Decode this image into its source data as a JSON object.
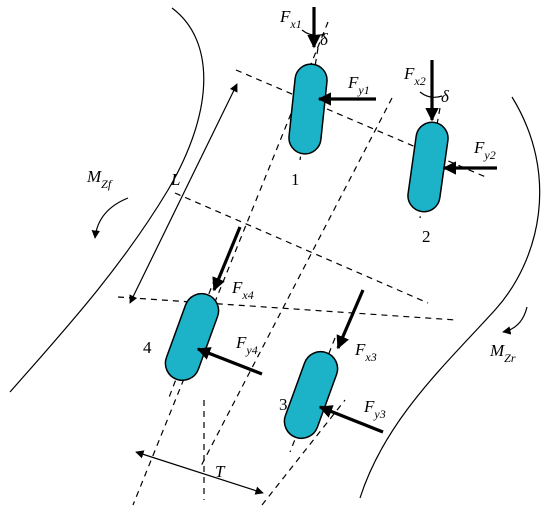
{
  "diagram": {
    "wheels": [
      {
        "id": "1",
        "fx": {
          "base": "F",
          "sub": "x1"
        },
        "fy": {
          "base": "F",
          "sub": "y1"
        }
      },
      {
        "id": "2",
        "fx": {
          "base": "F",
          "sub": "x2"
        },
        "fy": {
          "base": "F",
          "sub": "y2"
        }
      },
      {
        "id": "3",
        "fx": {
          "base": "F",
          "sub": "x3"
        },
        "fy": {
          "base": "F",
          "sub": "y3"
        }
      },
      {
        "id": "4",
        "fx": {
          "base": "F",
          "sub": "x4"
        },
        "fy": {
          "base": "F",
          "sub": "y4"
        }
      }
    ],
    "steer_angle_1": "δ",
    "steer_angle_2": "δ",
    "wheelbase_label": "L",
    "track_label": "T",
    "moment_front": {
      "base": "M",
      "sub": "Zf"
    },
    "moment_rear": {
      "base": "M",
      "sub": "Zr"
    }
  }
}
